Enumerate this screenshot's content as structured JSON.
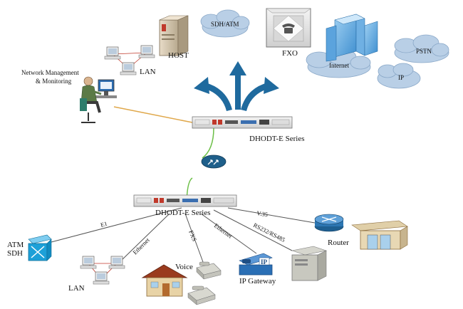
{
  "clouds": {
    "sdh_atm": "SDH/ATM",
    "internet": "Internet",
    "pstn": "PSTN",
    "ip": "IP"
  },
  "labels": {
    "host": "HOST",
    "fxo": "FXO",
    "lan_top": "LAN",
    "nms_line1": "Network Management",
    "nms_line2": "& Monitoring",
    "dhodt_top": "DHODT-E Series",
    "dhodt_bottom": "DHODT-E Series",
    "atm_line1": "ATM",
    "atm_line2": "SDH",
    "lan_bottom": "LAN",
    "voice": "Voice",
    "ip_gateway": "IP Gateway",
    "router": "Router",
    "ip_sign": "IP"
  },
  "links": {
    "e1": "E1",
    "ethernet_lan": "Ethernet",
    "fxs": "FXS",
    "ethernet_ipgw": "Ethernet",
    "rs232": "RS232/RS485",
    "v35": "V.35"
  },
  "colors": {
    "cloud": "#b9cfe6",
    "arrow": "#1f6a9e",
    "green_link": "#6cbf47",
    "orange_link": "#e0a84b",
    "atm_switch": "#1da0d8",
    "router": "#1e5f91",
    "ip_phone": "#2a6fb5"
  }
}
